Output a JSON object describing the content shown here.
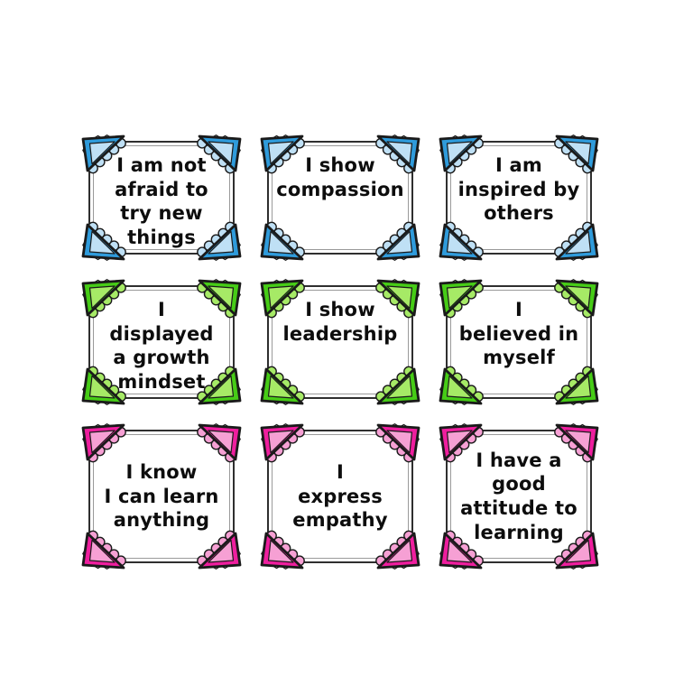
{
  "page": {
    "background": "#ffffff",
    "description": "Sheet of nine growth-mindset affirmation cards in a 3x3 grid"
  },
  "colors": {
    "outline": "#1a1a1a",
    "frame_outer": "#2f2f2f",
    "frame_inner": "#9a9a9a",
    "text": "#0d0d0d",
    "blue": {
      "main": "#2f9bdb",
      "light": "#bfe0f5"
    },
    "green": {
      "main": "#46cc16",
      "light": "#a6ea66"
    },
    "pink": {
      "main": "#ee1e9e",
      "light": "#f6a0d4"
    }
  },
  "cards": [
    {
      "color": "blue",
      "text": "I am not afraid to try new things",
      "lines": [
        "I am not",
        "afraid to",
        "try new",
        "things"
      ]
    },
    {
      "color": "blue",
      "text": "I show compassion",
      "lines": [
        "I show",
        "compassion"
      ]
    },
    {
      "color": "blue",
      "text": "I am inspired by others",
      "lines": [
        "I am",
        "inspired by",
        "others"
      ]
    },
    {
      "color": "green",
      "text": "I displayed a growth mindset",
      "lines": [
        "I",
        "displayed",
        "a growth",
        "mindset"
      ]
    },
    {
      "color": "green",
      "text": "I show leadership",
      "lines": [
        "I show",
        "leadership"
      ]
    },
    {
      "color": "green",
      "text": "I believed in myself",
      "lines": [
        "I",
        "believed in",
        "myself"
      ]
    },
    {
      "color": "pink",
      "text": "I know I can learn anything",
      "lines": [
        "I know",
        "I can learn",
        "anything"
      ]
    },
    {
      "color": "pink",
      "text": "I express empathy",
      "lines": [
        "I",
        "express",
        "empathy"
      ]
    },
    {
      "color": "pink",
      "text": "I have a good attitude to learning",
      "lines": [
        "I have a",
        "good",
        "attitude to",
        "learning"
      ]
    }
  ]
}
